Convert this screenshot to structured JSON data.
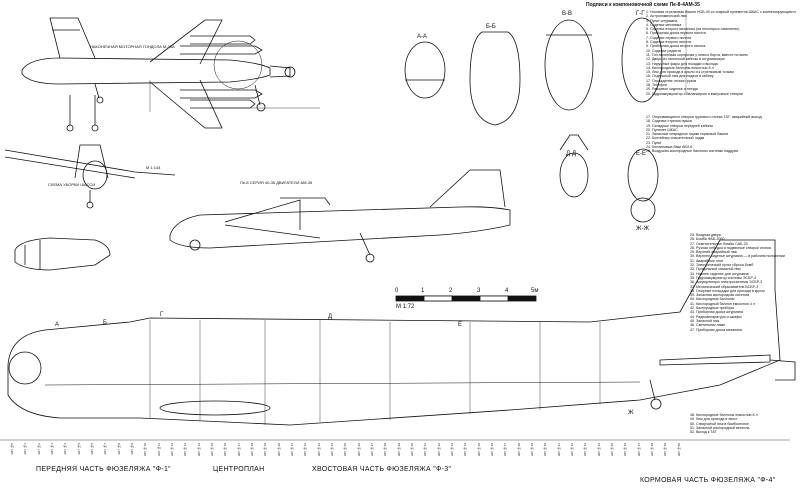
{
  "legend": {
    "title": "Подписи к компоновочной схеме Пе-8-4АМ-35",
    "group1": [
      "1. Носовая стрелковая башня НОБ-40 со спаркой пулеметов ШКАС с компенсирующим пулеметом",
      "2. Астрономический люк",
      "3. Пульт штурмана",
      "4. Сиденье механика",
      "5. Сиденье второго механика (на некоторых самолетах)",
      "6. Приборная доска первого пилота",
      "7. Сиденье первого пилота",
      "8. Сиденье второго пилота",
      "9. Приборная доска второго пилота",
      "10. Сиденье радиста",
      "11. Топ-пилотовая корпусная у левого борта, вместе по всем",
      "12. Дверь из пилотской кабины в штурманскую",
      "13. Наружные фары для посадки и выхода",
      "14. Кислородные баллоны емкостью 8 л",
      "15. Люк для прохода в крыло и к стрелковым точкам",
      "16. Отдельный люк для подачи в кабину",
      "17. Ограждение отсека грузов",
      "18. Телефон",
      "19. Ранцевое сиденье и гнезда",
      "20. Гидроаккумулятор с балансиром и выпускные створки"
    ],
    "group2": [
      "17. Открывающиеся створки грузового отсека ТАТ; аварийный выход",
      "18. Сиденье стрелка пушки",
      "19. Складные створки передней кабины",
      "20. Пулемет ШКАС",
      "21. Запасные снарядные ящики кормовой башни",
      "22. Контейнер спасательной лодки",
      "23. Пульт",
      "24. Бензиновые баки АКИ-6",
      "25. Воздушно-кислородные баллоны системы наддува"
    ],
    "group3": [
      "25. Входная дверь",
      "26. Бомба ФАБ-2000",
      "27. Осветительные бомбы САБ-25",
      "28. Ручная лебедка и подвесные створки отсека",
      "29. Верхний аварийный люк",
      "30. Верхнее сиденье штурмана — в рабочем положении",
      "31. Аварийные огни",
      "32. Электрический пульт сброса бомб",
      "33. Продольный запасной люк",
      "34. Нижнее сиденье для штурмана",
      "35. Гидроаккумулятор системы ЭСБР-3",
      "36. Аккумуляторы электросистемы ЭСБР-3",
      "37. Механический сбрасыватель ВСБР-3",
      "38. Опорные площадки для прохода в крыло",
      "39. Запасная кислородная система",
      "40. Кислородные баллоны",
      "41. Кислородный баллон емкостью 4 л",
      "42. Кислородные приборы",
      "43. Приборная доска штурмана",
      "44. Радиоаппаратура и шкафы",
      "45. Запасной люк",
      "46. Светильник ламп",
      "47. Приборная доска механика"
    ],
    "group4": [
      "48. Кислородные баллоны емкостью 8 л",
      "49. Люк для прохода в хвост",
      "50. Створчатый люк в бомбоотсеке",
      "51. Запасной кислородный вентиль",
      "52. Выход к ТАТ"
    ]
  },
  "views": {
    "topview_note": "НАКОНЕЧНАЯ МОТОРНАЯ ГОНДОЛА М-35А",
    "cross_sections": [
      "А-А",
      "Б-Б",
      "В-В",
      "Г-Г",
      "Д-Д",
      "Е-Е",
      "Ж-Ж"
    ],
    "scale_label": "М 1:144",
    "front_caption": "СХЕМА УБОРКИ ШАССИ",
    "sideview_note": "Пе-8 СЕРИЯ 40-35 ДВИГАТЕЛИ АМ-35",
    "main_scale_label": "М 1:72"
  },
  "scale_bar": {
    "ticks": [
      "0",
      "1",
      "2",
      "3",
      "4",
      "5м"
    ]
  },
  "section_labels": {
    "a": "ПЕРЕДНЯЯ ЧАСТЬ ФЮЗЕЛЯЖА \"Ф-1\"",
    "b": "ЦЕНТРОПЛАН",
    "c": "ХВОСТОВАЯ ЧАСТЬ ФЮЗЕЛЯЖА \"Ф-3\"",
    "d": "КОРМОВАЯ ЧАСТЬ ФЮЗЕЛЯЖА \"Ф-4\""
  },
  "cut_letters": [
    "А",
    "Б",
    "Г",
    "Д",
    "Е",
    "Ж"
  ],
  "frame_numbers": [
    "ШП №0",
    "ШП №1",
    "ШП №2",
    "ШП №3",
    "ШП №4",
    "ШП №5",
    "ШП №6",
    "ШП №7",
    "ШП №8",
    "ШП №9",
    "ШП №10",
    "ШП №11",
    "ШП №12",
    "ШП №13",
    "ШП №14",
    "ШП №15",
    "ШП №16",
    "ШП №17",
    "ШП №18",
    "ШП №19",
    "ШП №20",
    "ШП №21",
    "ШП №22",
    "ШП №23",
    "ШП №24",
    "ШП №25",
    "ШП №26",
    "ШП №27",
    "ШП №28",
    "ШП №29",
    "ШП №30",
    "ШП №31",
    "ШП №32",
    "ШП №33",
    "ШП №34",
    "ШП №35",
    "ШП №36",
    "ШП №37",
    "ШП №38",
    "ШП №39",
    "ШП №40",
    "ШП №41",
    "ШП №42",
    "ШП №43",
    "ШП №44",
    "ШП №45",
    "ШП №46",
    "ШП №47",
    "ШП №48",
    "ШП №49",
    "ШП №50"
  ]
}
